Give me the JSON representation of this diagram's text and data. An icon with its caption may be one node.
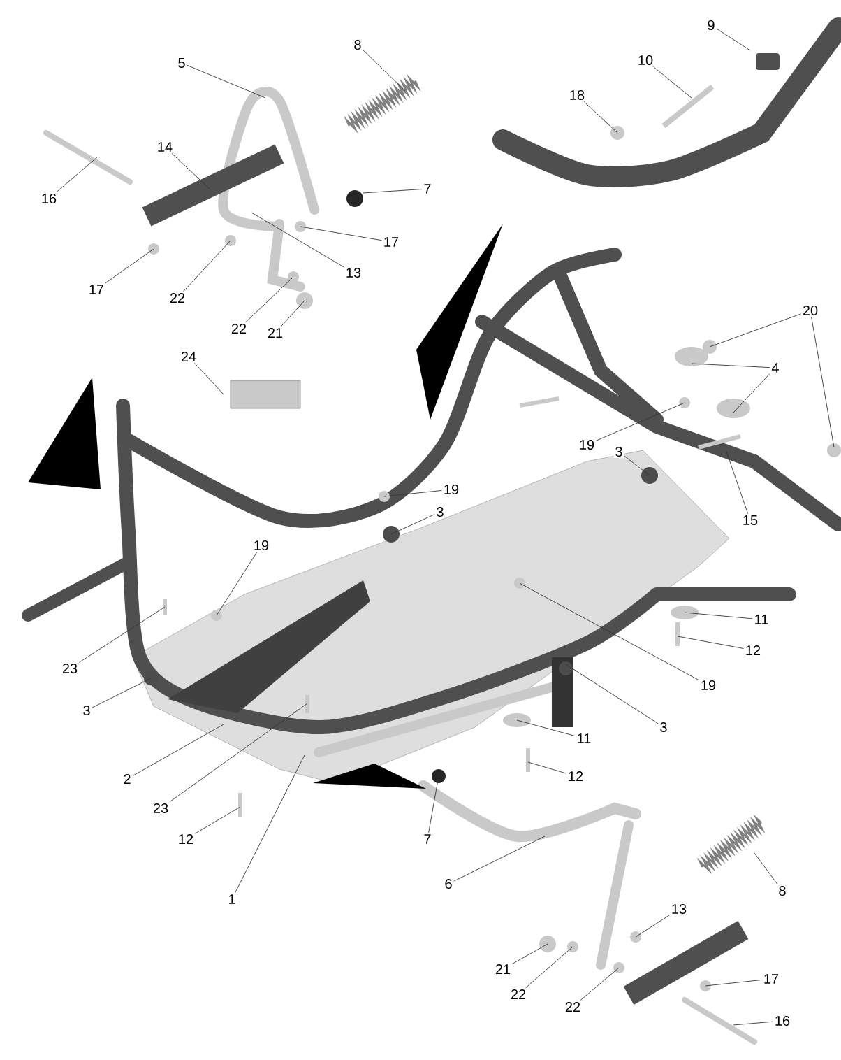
{
  "diagram": {
    "nodes": [
      {
        "text": [
          "9"
        ]
      },
      {
        "text": [
          "8"
        ]
      },
      {
        "text": [
          "10"
        ]
      },
      {
        "text": [
          "5"
        ]
      },
      {
        "text": [
          "18"
        ]
      },
      {
        "text": [
          "14"
        ]
      },
      {
        "text": [
          "7"
        ]
      },
      {
        "text": [
          "16"
        ]
      },
      {
        "text": [
          "17"
        ]
      },
      {
        "text": [
          "13"
        ]
      },
      {
        "text": [
          "17"
        ]
      },
      {
        "text": [
          "22"
        ]
      },
      {
        "text": [
          "20"
        ]
      },
      {
        "text": [
          "22"
        ]
      },
      {
        "text": [
          "21"
        ]
      },
      {
        "text": [
          "24"
        ]
      },
      {
        "text": [
          "4"
        ]
      },
      {
        "text": [
          "19"
        ]
      },
      {
        "text": [
          "3"
        ]
      },
      {
        "text": [
          "19"
        ]
      },
      {
        "text": [
          "3"
        ]
      },
      {
        "text": [
          "15"
        ]
      },
      {
        "text": [
          "19"
        ]
      },
      {
        "text": [
          "11"
        ]
      },
      {
        "text": [
          "12"
        ]
      },
      {
        "text": [
          "23"
        ]
      },
      {
        "text": [
          "19"
        ]
      },
      {
        "text": [
          "3"
        ]
      },
      {
        "text": [
          "3"
        ]
      },
      {
        "text": [
          "11"
        ]
      },
      {
        "text": [
          "12"
        ]
      },
      {
        "text": [
          "2"
        ]
      },
      {
        "text": [
          "23"
        ]
      },
      {
        "text": [
          "12"
        ]
      },
      {
        "text": [
          "7"
        ]
      },
      {
        "text": [
          "6"
        ]
      },
      {
        "text": [
          "8"
        ]
      },
      {
        "text": [
          "1"
        ]
      },
      {
        "text": [
          "13"
        ]
      },
      {
        "text": [
          "21"
        ]
      },
      {
        "text": [
          "17"
        ]
      },
      {
        "text": [
          "22"
        ]
      },
      {
        "text": [
          "22"
        ]
      },
      {
        "text": [
          "16"
        ]
      }
    ],
    "edges": [
      {
        "from": 0,
        "to": null,
        "arrow": "none"
      },
      {
        "from": 1,
        "to": null,
        "arrow": "none"
      },
      {
        "from": 2,
        "to": null,
        "arrow": "none"
      },
      {
        "from": 3,
        "to": null,
        "arrow": "none"
      },
      {
        "from": 4,
        "to": null,
        "arrow": "none"
      },
      {
        "from": 5,
        "to": null,
        "arrow": "none"
      },
      {
        "from": 6,
        "to": null,
        "arrow": "none"
      },
      {
        "from": 7,
        "to": null,
        "arrow": "none"
      },
      {
        "from": 8,
        "to": null,
        "arrow": "none"
      },
      {
        "from": 9,
        "to": null,
        "arrow": "none"
      },
      {
        "from": 10,
        "to": null,
        "arrow": "none"
      },
      {
        "from": 11,
        "to": null,
        "arrow": "none"
      },
      {
        "from": 12,
        "to": null,
        "arrow": "none"
      },
      {
        "from": 12,
        "to": null,
        "arrow": "none"
      },
      {
        "from": 13,
        "to": null,
        "arrow": "none"
      },
      {
        "from": 14,
        "to": null,
        "arrow": "none"
      },
      {
        "from": 15,
        "to": null,
        "arrow": "none"
      },
      {
        "from": 16,
        "to": null,
        "arrow": "none"
      },
      {
        "from": 16,
        "to": null,
        "arrow": "none"
      },
      {
        "from": 17,
        "to": null,
        "arrow": "none"
      },
      {
        "from": 18,
        "to": null,
        "arrow": "none"
      },
      {
        "from": 19,
        "to": null,
        "arrow": "none"
      },
      {
        "from": 20,
        "to": null,
        "arrow": "none"
      },
      {
        "from": 21,
        "to": null,
        "arrow": "none"
      },
      {
        "from": 22,
        "to": null,
        "arrow": "none"
      },
      {
        "from": 23,
        "to": null,
        "arrow": "none"
      },
      {
        "from": 24,
        "to": null,
        "arrow": "none"
      },
      {
        "from": 25,
        "to": null,
        "arrow": "none"
      },
      {
        "from": 26,
        "to": null,
        "arrow": "none"
      },
      {
        "from": 27,
        "to": null,
        "arrow": "none"
      },
      {
        "from": 28,
        "to": null,
        "arrow": "none"
      },
      {
        "from": 29,
        "to": null,
        "arrow": "none"
      },
      {
        "from": 30,
        "to": null,
        "arrow": "none"
      },
      {
        "from": 31,
        "to": null,
        "arrow": "none"
      },
      {
        "from": 32,
        "to": null,
        "arrow": "none"
      },
      {
        "from": 33,
        "to": null,
        "arrow": "none"
      },
      {
        "from": 34,
        "to": null,
        "arrow": "none"
      },
      {
        "from": 35,
        "to": null,
        "arrow": "none"
      },
      {
        "from": 36,
        "to": null,
        "arrow": "none"
      },
      {
        "from": 37,
        "to": null,
        "arrow": "none"
      },
      {
        "from": 38,
        "to": null,
        "arrow": "none"
      },
      {
        "from": 39,
        "to": null,
        "arrow": "none"
      },
      {
        "from": 40,
        "to": null,
        "arrow": "none"
      },
      {
        "from": 41,
        "to": null,
        "arrow": "none"
      },
      {
        "from": 42,
        "to": null,
        "arrow": "none"
      },
      {
        "from": 43,
        "to": null,
        "arrow": "none"
      }
    ]
  }
}
